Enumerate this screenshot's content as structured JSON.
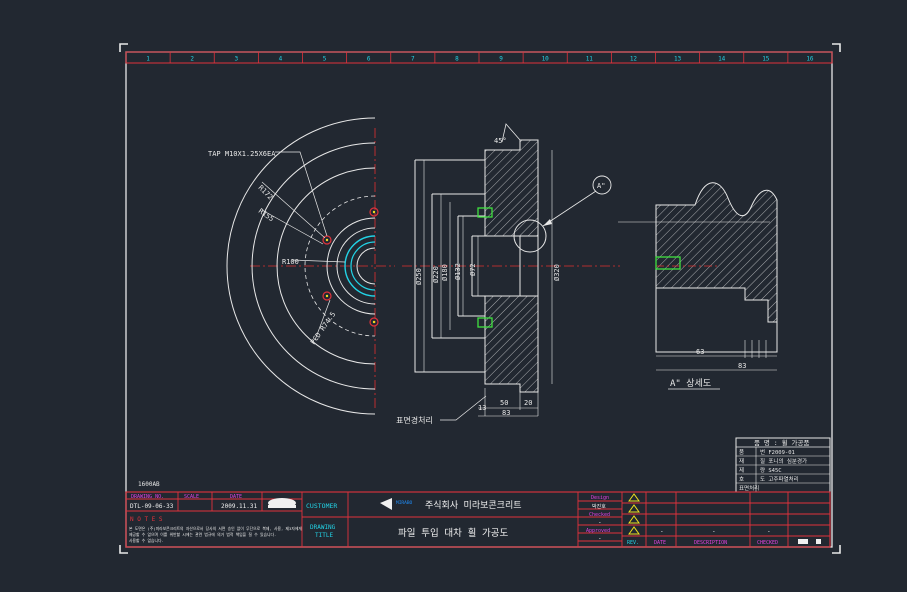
{
  "colors": {
    "background": "#222831",
    "frame": "#e8e8e8",
    "red": "#e0323c",
    "cyan": "#22d3e6",
    "white": "#f0f0f0",
    "yellow": "#f0e020",
    "magenta": "#e040e0",
    "green": "#40e040",
    "center": "#e03030"
  },
  "grid_numbers": [
    "1",
    "2",
    "3",
    "4",
    "5",
    "6",
    "7",
    "8",
    "9",
    "10",
    "11",
    "12",
    "13",
    "14",
    "15",
    "16"
  ],
  "drawing": {
    "top_left_label": "TAP M10X1.25X6EA",
    "r172": "R172",
    "r155": "R155",
    "r100": "R100",
    "pcd": "PCD R74.5",
    "angle": "45°",
    "detail_marker": "A\"",
    "section_diameters": [
      "Ø250",
      "Ø220",
      "Ø180",
      "Ø132",
      "Ø72"
    ],
    "right_diameter": "Ø320",
    "surface_treatment": "표면경처리",
    "dims_bottom": [
      "13",
      "50",
      "20",
      "83"
    ],
    "detail_dims": [
      "63",
      "83"
    ],
    "detail_caption": "A\" 상세도",
    "small_tag": "1600AB"
  },
  "parts_table": {
    "title": "품 명 : 휠 가공품",
    "rows": [
      {
        "label": "품",
        "value": "번 F2009-01"
      },
      {
        "label": "재",
        "value": "질 포니의 심분경가"
      },
      {
        "label": "제",
        "value": "량 S45C"
      },
      {
        "label": "호",
        "value": "도 고주파열처리"
      },
      {
        "label": "표면처리",
        "value": ""
      }
    ]
  },
  "title_block": {
    "hdr_drawing_no": "DRAWING NO.",
    "hdr_scale": "SCALE",
    "hdr_date": "DATE",
    "drawing_no": "DTL-09-06-33",
    "date": "2009.11.31",
    "notes_title": "N O T E S",
    "notes_line1": "본 도면은 (주)미라보콘크리트의 자산으로서 당사의 서면 승인 없이 무단으로 복제, 사용, 제3자에게",
    "notes_line2": "제공할 수 없으며 이를 위반할 시에는 관련 법규에 의거 법적 책임을 질 수 있습니다.",
    "notes_line3": "사용할 수 없습니다.",
    "customer_label": "CUSTOMER",
    "company_logo": "MIRABO",
    "company": "주식회사 미라보콘크리트",
    "drawing_title_label_1": "DRAWING",
    "drawing_title_label_2": "TITLE",
    "drawing_title": "파일 투입 대차 휠 가공도",
    "design_label": "Design",
    "design_name": "박진호",
    "checked_label": "Checked",
    "approved_label": "Approved",
    "dash": "-",
    "rev_header": [
      "REV.",
      "DATE",
      "DESCRIPTION",
      "CHECKED"
    ]
  }
}
